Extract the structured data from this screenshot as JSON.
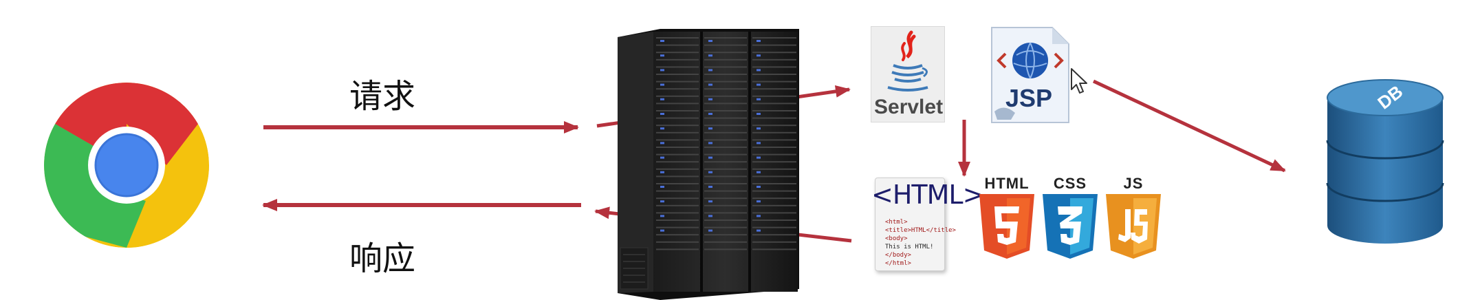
{
  "labels": {
    "request": "请求",
    "response": "响应"
  },
  "servlet": {
    "label": "Servlet"
  },
  "jsp": {
    "label": "JSP"
  },
  "html_doc": {
    "title": "<HTML>",
    "code_lines": [
      "<html>",
      "<title>HTML</title>",
      "<body>",
      "This is HTML!",
      "</body>",
      "</html>"
    ]
  },
  "badges": {
    "html": {
      "title": "HTML",
      "glyph": "5",
      "color": "#e44d26"
    },
    "css": {
      "title": "CSS",
      "glyph": "3",
      "color": "#1572b6"
    },
    "js": {
      "title": "JS",
      "glyph": "JS",
      "color": "#f0a030"
    }
  },
  "database": {
    "label": "DB"
  },
  "icons": {
    "browser": "chrome-icon",
    "server": "server-rack-icon",
    "servlet": "java-servlet-icon",
    "jsp": "jsp-file-icon",
    "html": "html-document-icon",
    "database": "database-icon",
    "cursor": "mouse-cursor-icon"
  },
  "colors": {
    "arrow": "#b5323d",
    "db": "#2f6f9f"
  }
}
